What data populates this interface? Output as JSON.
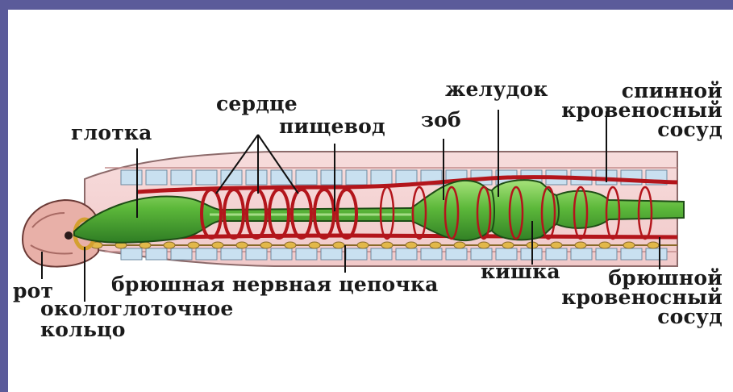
{
  "labels": {
    "serdtse": "сердце",
    "glotka": "глотка",
    "pishchevod": "пищевод",
    "zob": "зоб",
    "zheludok": "желудок",
    "spinnoy": [
      "спинной",
      "кровеносный",
      "сосуд"
    ],
    "rot": "рот",
    "okologlotochnoe": [
      "окологлоточное",
      "кольцо"
    ],
    "bryushnaya_tsepochka": "брюшная нервная цепочка",
    "kishka": "кишка",
    "bryushnoy": [
      "брюшной",
      "кровеносный",
      "сосуд"
    ]
  },
  "colors": {
    "frame_border": "#5b5b9a",
    "body_wall": "#f6d4d4",
    "muscle": "#c9e0f0",
    "gut": "#6cc24a",
    "vessel": "#b3151b",
    "nerve": "#e2b84a",
    "head": "#e8b0a8"
  }
}
